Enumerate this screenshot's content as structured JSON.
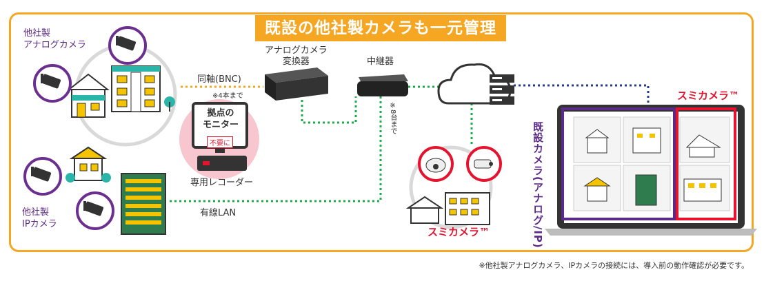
{
  "title": "既設の他社製カメラも一元管理",
  "analog_camera_label": [
    "他社製",
    "アナログカメラ"
  ],
  "ip_camera_label": [
    "他社製",
    "IPカメラ"
  ],
  "coax_label": "同軸(BNC)",
  "coax_note": "※4本まで",
  "converter_label": [
    "アナログカメラ",
    "変換器"
  ],
  "relay_label": "中継器",
  "relay_note": "※8台まで",
  "monitor_text": [
    "拠点の",
    "モニター"
  ],
  "monitor_badge": "不要に",
  "recorder_label": "専用レコーダー",
  "lan_label": "有線LAN",
  "sumi_camera_bottom": "スミカメラ™",
  "sumi_camera_right": "スミカメラ™",
  "existing_camera_vertical": "既設カメラ(アナログ/IP)",
  "footnote": "※他社製アナログカメラ、IPカメラの接続には、導入前の動作確認が必要です。",
  "colors": {
    "accent": "#f5a623",
    "purple": "#5b2a86",
    "red": "#e5132e",
    "green": "#1aab4b",
    "navy": "#243a8c"
  }
}
